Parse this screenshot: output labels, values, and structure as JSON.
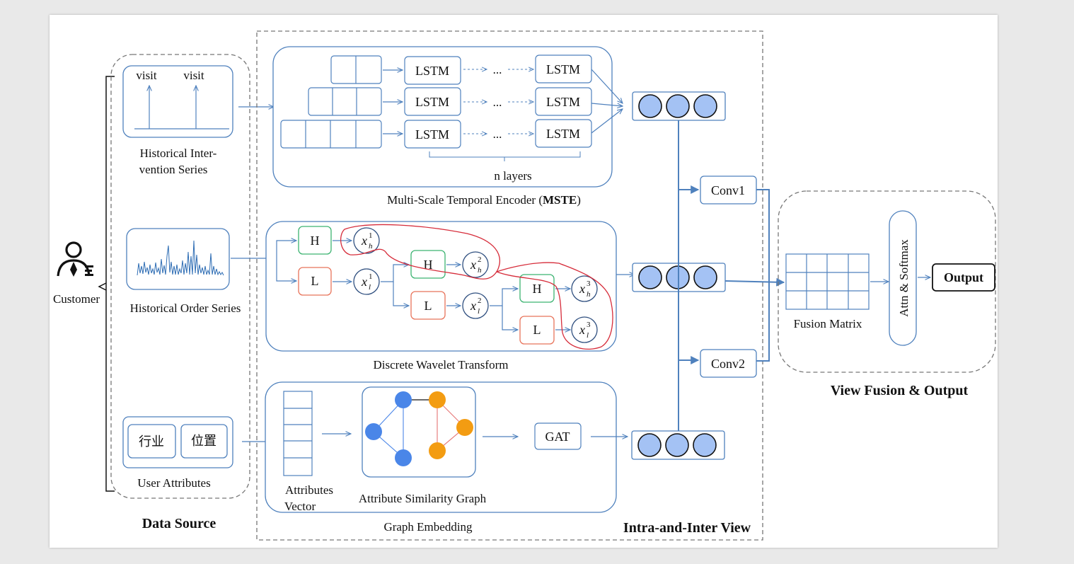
{
  "customer": {
    "label": "Customer",
    "icon": "customer-icon"
  },
  "data_source": {
    "title": "Data Source",
    "intervention": {
      "label_line1": "Historical Inter-",
      "label_line2": "vention Series",
      "visit1": "visit",
      "visit2": "visit"
    },
    "order": {
      "label": "Historical Order Series"
    },
    "attributes": {
      "label": "User Attributes",
      "attr1": "行业",
      "attr2": "位置"
    }
  },
  "intra_inter": {
    "title": "Intra-and-Inter View",
    "mste": {
      "caption_prefix": "Multi-Scale Temporal Encoder (",
      "caption_bold": "MSTE",
      "caption_suffix": ")",
      "lstm": "LSTM",
      "dots": "...",
      "layers": "n layers"
    },
    "dwt": {
      "caption": "Discrete Wavelet Transform",
      "high": "H",
      "low": "L",
      "nodes": [
        {
          "base": "x",
          "sup": "1",
          "sub": "h"
        },
        {
          "base": "x",
          "sup": "1",
          "sub": "l"
        },
        {
          "base": "x",
          "sup": "2",
          "sub": "h"
        },
        {
          "base": "x",
          "sup": "2",
          "sub": "l"
        },
        {
          "base": "x",
          "sup": "3",
          "sub": "h"
        },
        {
          "base": "x",
          "sup": "3",
          "sub": "l"
        }
      ]
    },
    "graph": {
      "caption": "Graph Embedding",
      "vector_line1": "Attributes",
      "vector_line2": "Vector",
      "graph_label": "Attribute Similarity Graph",
      "gat": "GAT"
    },
    "conv1": "Conv1",
    "conv2": "Conv2"
  },
  "fusion": {
    "title": "View Fusion & Output",
    "matrix_label": "Fusion Matrix",
    "attn": "Attn & Softmax",
    "output": "Output"
  },
  "colors": {
    "accent_blue": "#4f81bd",
    "node_fill": "#a4c2f4",
    "graph_blue": "#4a86e8",
    "graph_orange": "#f39c12",
    "high_border": "#3cb371",
    "low_border": "#e8735a",
    "annotation_red": "#d62c3a"
  }
}
